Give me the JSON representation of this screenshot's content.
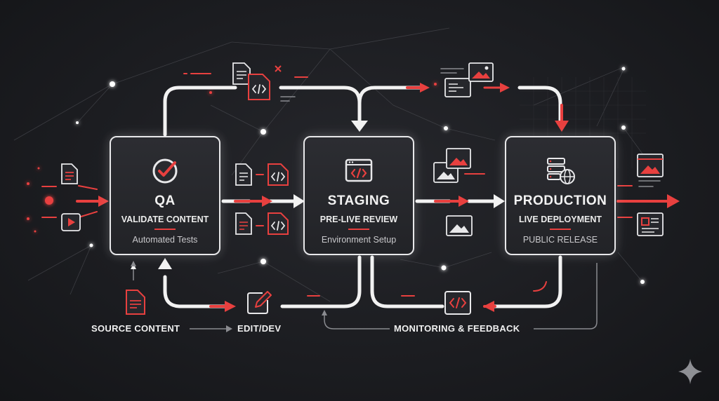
{
  "stages": [
    {
      "title": "QA",
      "subtitle": "VALIDATE CONTENT",
      "note": "Automated Tests",
      "icon": "check-circle-icon"
    },
    {
      "title": "STAGING",
      "subtitle": "PRE-LIVE REVIEW",
      "note": "Environment Setup",
      "icon": "code-window-icon"
    },
    {
      "title": "PRODUCTION",
      "subtitle": "LIVE DEPLOYMENT",
      "note": "PUBLIC RELEASE",
      "icon": "server-globe-icon"
    }
  ],
  "labels": {
    "source": "SOURCE CONTENT",
    "edit": "EDIT/DEV",
    "monitoring": "MONITORING & FEEDBACK"
  },
  "colors": {
    "accent": "#e8403f",
    "line": "#f2f2f2",
    "background": "#1c1d21"
  }
}
